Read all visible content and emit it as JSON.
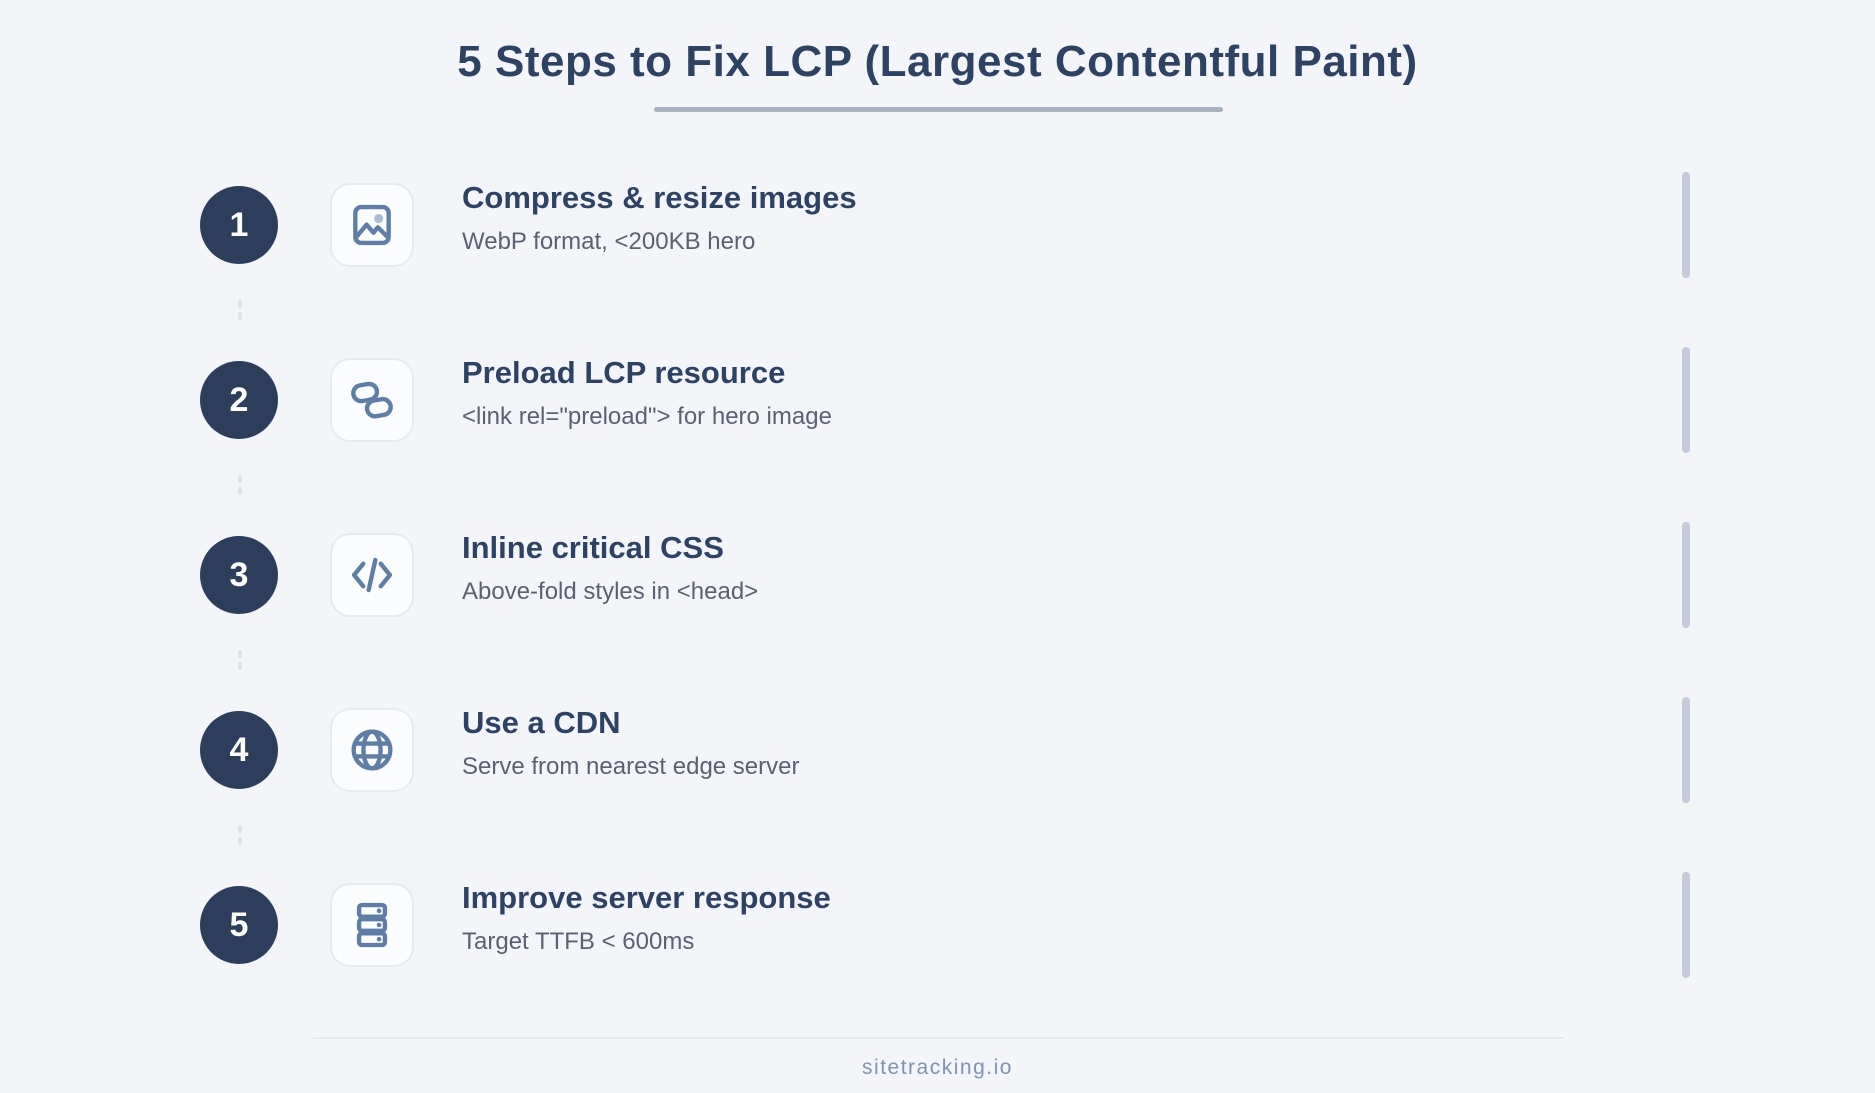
{
  "title": "5 Steps to Fix LCP (Largest Contentful Paint)",
  "steps": [
    {
      "number": "1",
      "icon": "image-icon",
      "title": "Compress & resize images",
      "subtitle": "WebP format, <200KB hero"
    },
    {
      "number": "2",
      "icon": "link-icon",
      "title": "Preload LCP resource",
      "subtitle": "<link rel=\"preload\"> for hero image"
    },
    {
      "number": "3",
      "icon": "code-icon",
      "title": "Inline critical CSS",
      "subtitle": "Above-fold styles in <head>"
    },
    {
      "number": "4",
      "icon": "globe-icon",
      "title": "Use a CDN",
      "subtitle": "Serve from nearest edge server"
    },
    {
      "number": "5",
      "icon": "server-icon",
      "title": "Improve server response",
      "subtitle": "Target TTFB < 600ms"
    }
  ],
  "footer": {
    "brand": "sitetracking.io"
  },
  "colors": {
    "bg": "#f3f5f9",
    "navy_text": "#2e4263",
    "circle_bg": "#2c3e5c",
    "subtitle_gray": "#5a6170",
    "icon_stroke": "#5e7ea6",
    "icon_dot": "#a9bdd3",
    "icon_box_bg": "#fbfcfe",
    "icon_box_border": "#e6eaf1",
    "side_bar": "#c4ccd9",
    "underline": "#a9b2c1",
    "connector": "#dfe2e9",
    "divider": "#e7e9ee",
    "footer_text": "#8093ae"
  }
}
